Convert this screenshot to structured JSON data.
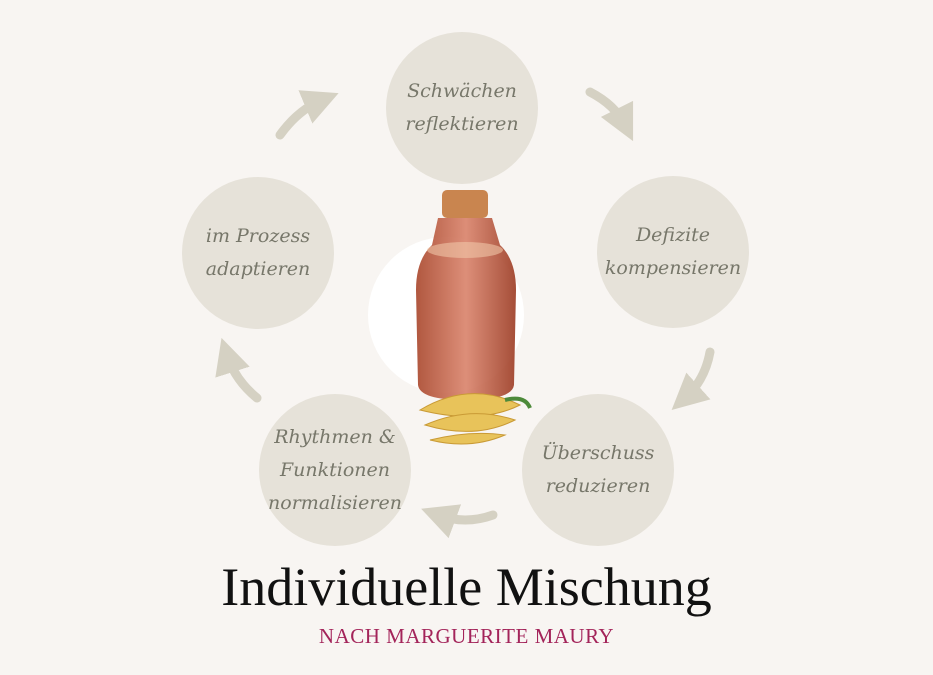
{
  "steps": [
    {
      "line1": "Schwächen",
      "line2": "reflektieren"
    },
    {
      "line1": "Defizite",
      "line2": "kompensieren"
    },
    {
      "line1": "Überschuss",
      "line2": "reduzieren"
    },
    {
      "line1": "Rhythmen &",
      "line2": "Funktionen",
      "line3": "normalisieren"
    },
    {
      "line1": "im Prozess",
      "line2": "adaptieren"
    }
  ],
  "title": "Individuelle Mischung",
  "subtitle": "NACH MARGUERITE MAURY",
  "colors": {
    "background": "#f8f5f2",
    "circle": "#e6e2d9",
    "arrow": "#d5d1c3",
    "subtitle": "#a3245a"
  }
}
